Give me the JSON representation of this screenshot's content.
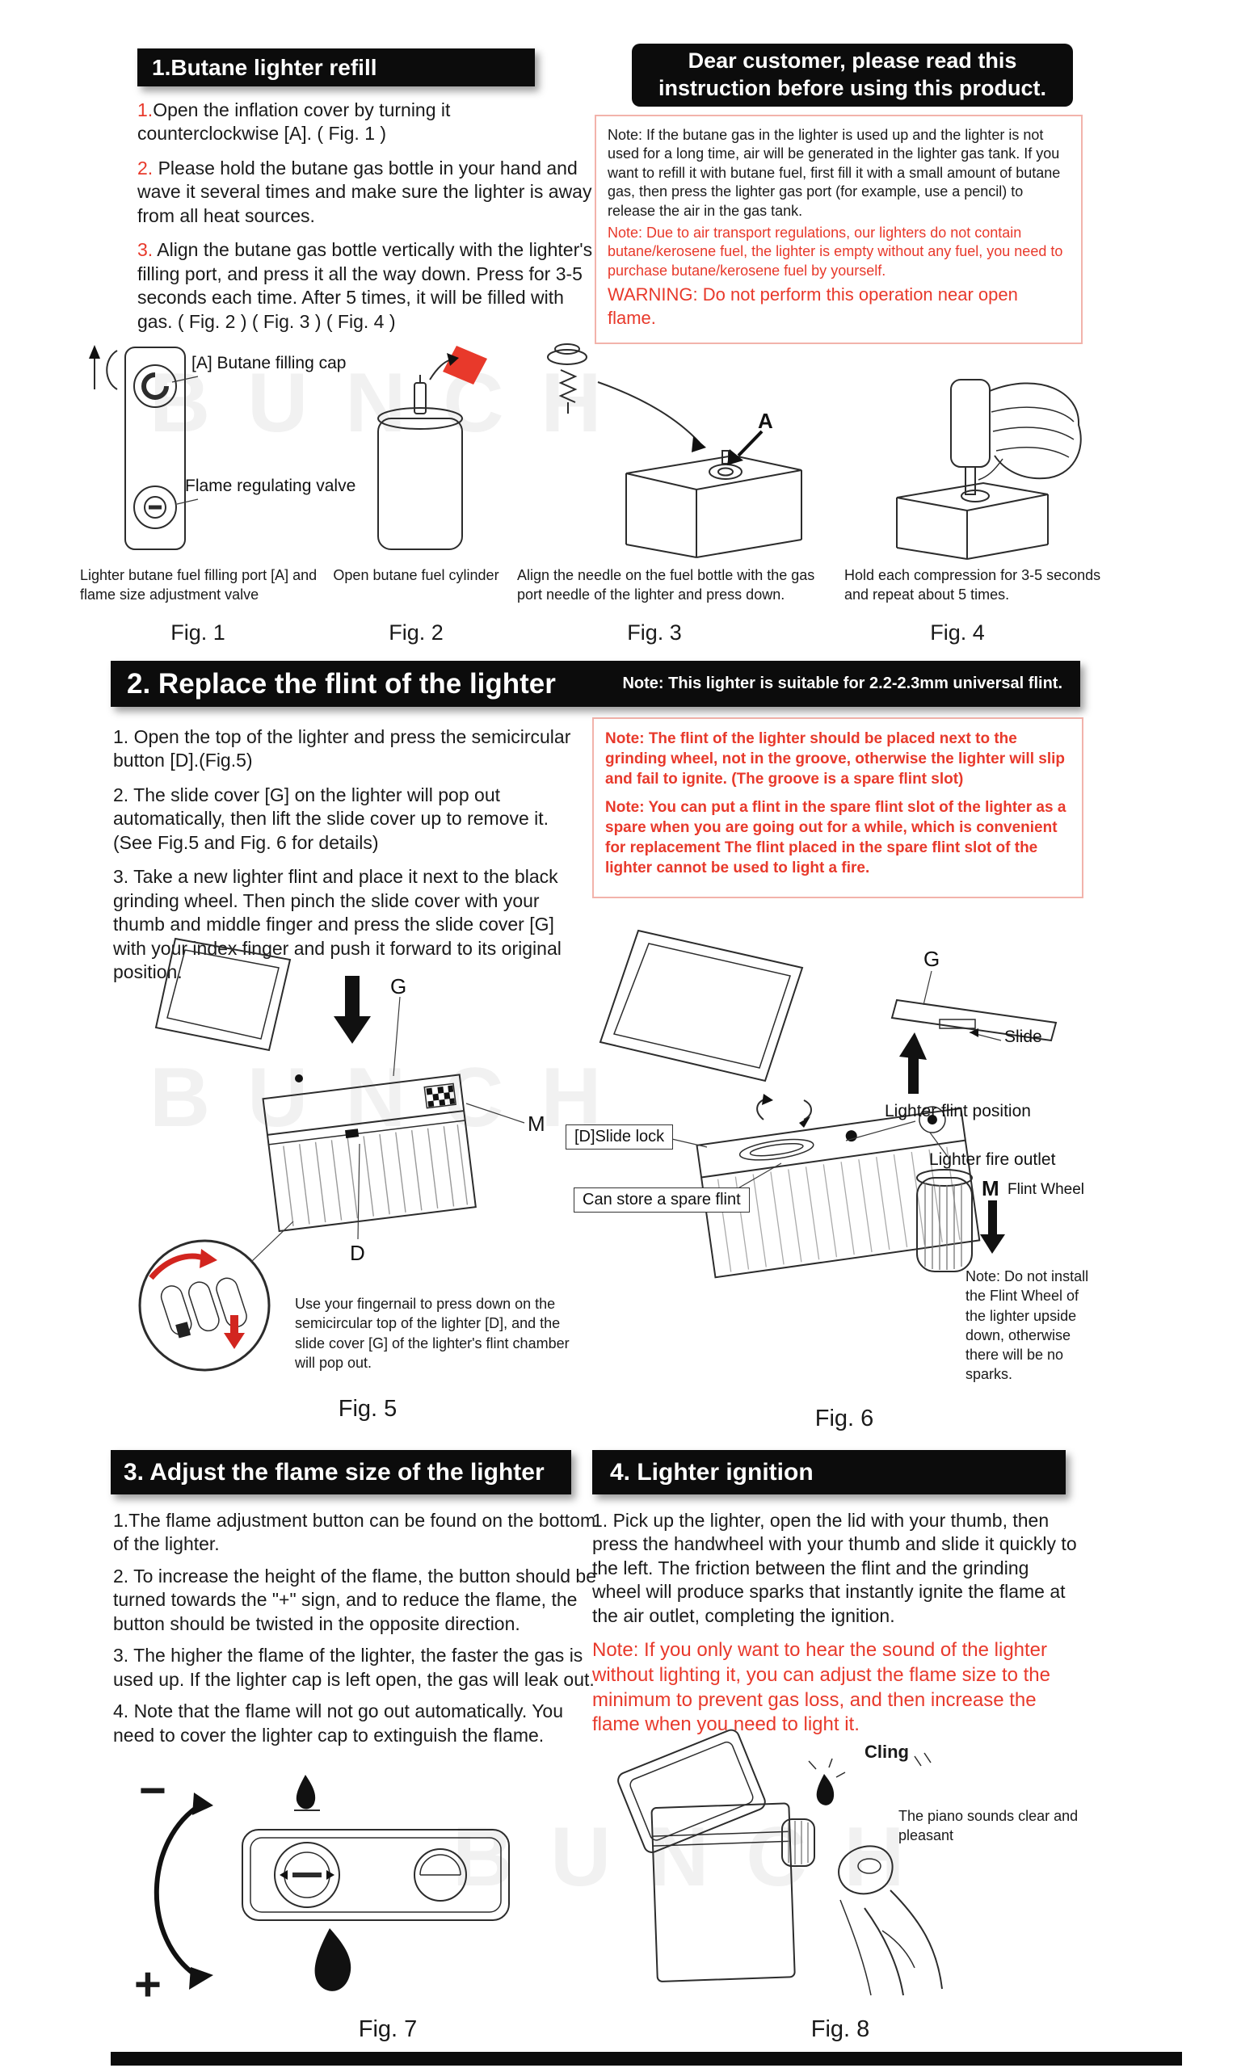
{
  "colors": {
    "accent_red": "#e8392b",
    "banner_black": "#0c0c0c"
  },
  "watermark": "BUNCH",
  "intro_banner": {
    "line1": "Dear customer, please read this",
    "line2": "instruction before using this product."
  },
  "intro_note": {
    "black": "Note: If the butane gas in the lighter is used up and the lighter is not used for a long time, air will be generated in the lighter gas tank. If you want to refill it with butane fuel, first fill it with a small amount of butane gas, then press the lighter gas port (for example, use a pencil) to release the air in the gas tank.",
    "red": "Note: Due to air transport regulations, our lighters do not contain butane/kerosene fuel, the lighter is empty without any fuel, you need to purchase butane/kerosene fuel by yourself.",
    "warning": "WARNING: Do not perform this operation near open flame."
  },
  "section1": {
    "title": "1.Butane lighter refill",
    "steps": [
      {
        "num": "1.",
        "text": "Open the inflation cover by turning it counterclockwise [A]. (  Fig. 1   )"
      },
      {
        "num": "2.",
        "text": " Please hold the butane gas bottle in your hand and wave it several times and make sure the lighter is away from all heat sources."
      },
      {
        "num": "3.",
        "text": " Align the butane gas bottle vertically with the lighter's filling port, and press it all the way down. Press for 3-5 seconds each time. After 5 times, it will be filled with gas. (   Fig. 2   ) (  Fig. 3   ) (  Fig. 4  )"
      }
    ],
    "fig1_cap_label": "[A] Butane filling cap",
    "fig1_valve_label": "Flame regulating valve",
    "fig3_a_label": "A"
  },
  "figure_row": {
    "fig1": {
      "caption": "Lighter butane fuel filling port [A] and flame size adjustment valve",
      "name": "Fig. 1"
    },
    "fig2": {
      "caption": "Open butane fuel cylinder",
      "name": "Fig. 2"
    },
    "fig3": {
      "caption": "Align the needle on the fuel bottle with the gas port needle of the lighter and press down.",
      "name": "Fig. 3"
    },
    "fig4": {
      "caption": "Hold each compression for 3-5 seconds and repeat about 5 times.",
      "name": "Fig. 4"
    }
  },
  "section2": {
    "title": "2. Replace the flint of the lighter",
    "note_inline": "Note: This lighter is suitable for 2.2-2.3mm universal flint.",
    "steps": [
      "1. Open the top of the lighter and press the semicircular button [D].(Fig.5)",
      "2. The slide cover [G] on the lighter will pop out automatically, then lift the slide cover up to remove it. (See Fig.5 and Fig. 6 for details)",
      "3. Take a new lighter flint and place it next to the black grinding wheel. Then pinch the slide cover with your thumb and middle finger and press the slide cover [G] with your index finger and push it forward to its original position."
    ],
    "note1": "Note: The flint of the lighter should be placed next to the grinding wheel, not in the groove, otherwise the lighter will slip and fail to ignite. (The groove is a spare flint slot)",
    "note2": "Note: You can put a flint in the spare flint slot of the lighter as a spare when you are going out for a while, which is convenient for replacement The flint placed in the spare flint slot of the lighter cannot be used to light a fire."
  },
  "fig5": {
    "g": "G",
    "m": "M",
    "d": "D",
    "caption": "Use your fingernail to press down on the semicircular top of the lighter [D], and the slide cover [G] of the lighter's flint chamber will pop out.",
    "name": "Fig. 5"
  },
  "fig6": {
    "g": "G",
    "slide": "Slide",
    "flint_position": "Lighter flint position",
    "fire_outlet": "Lighter fire outlet",
    "slide_lock": "[D]Slide lock",
    "spare_flint": "Can store a spare flint",
    "m": "M",
    "flint_wheel": "Flint Wheel",
    "note": "Note: Do not install the Flint Wheel of the lighter upside down, otherwise there will be no sparks.",
    "name": "Fig. 6"
  },
  "section3": {
    "title": "3. Adjust the flame size of the lighter",
    "steps": [
      "1.The flame adjustment button can be found on the bottom of the lighter.",
      "2. To increase the height of the flame, the button should be turned towards the \"+\" sign, and to reduce the flame, the button should be twisted in the opposite direction.",
      "3. The higher the flame of the lighter, the faster the gas is used up. If the lighter cap is left open, the gas will leak out.",
      "4. Note that the flame will not go out automatically. You need to cover the lighter cap to extinguish the flame."
    ],
    "minus": "−",
    "plus": "+",
    "fig_name": "Fig. 7"
  },
  "section4": {
    "title": "4. Lighter ignition",
    "body": "1. Pick up the lighter, open the lid with your thumb, then press the handwheel with your thumb and slide it quickly to the left. The friction between the flint and the grinding wheel will produce sparks that instantly ignite the flame at the air outlet, completing the ignition.",
    "note": "Note: If you only want to hear the sound of the lighter without lighting it, you can adjust the flame size to the minimum to prevent gas loss, and then increase the flame when you need to light it.",
    "cling": "Cling",
    "sound_caption": "The piano sounds clear and pleasant",
    "fig_name": "Fig. 8"
  }
}
